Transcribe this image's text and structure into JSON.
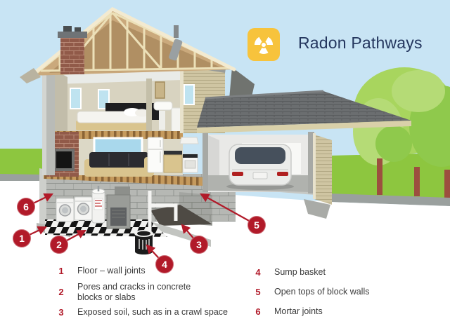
{
  "header": {
    "title": "Radon Pathways",
    "icon": "radiation-trefoil",
    "icon_color": "#f7c33c",
    "title_color": "#24365e"
  },
  "legend": {
    "items": [
      {
        "number": "1",
        "label": "Floor – wall joints"
      },
      {
        "number": "2",
        "label": "Pores and cracks in concrete blocks or slabs"
      },
      {
        "number": "3",
        "label": "Exposed soil, such as in a crawl space"
      },
      {
        "number": "4",
        "label": "Sump basket"
      },
      {
        "number": "5",
        "label": "Open tops of block walls"
      },
      {
        "number": "6",
        "label": "Mortar joints"
      }
    ],
    "number_color": "#b11a29",
    "text_color": "#3b3b3b"
  },
  "colors": {
    "callout": "#b11a29",
    "sky": "#c8e4f4",
    "grass": "#8dc63f",
    "tree_foliage": "#a8d55e",
    "tree_trunk": "#9c4f3f",
    "roof_shingle": "#6b6e70",
    "wood_truss": "#ece0b8",
    "concrete_block": "#b6b8b4"
  }
}
